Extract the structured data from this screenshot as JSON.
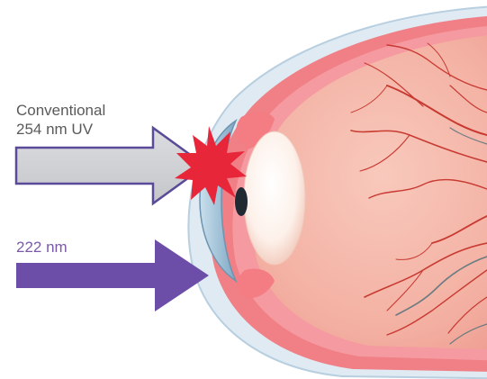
{
  "labels": {
    "conventional_line1": "Conventional",
    "conventional_line2": "254 nm UV",
    "far_uvc": "222 nm"
  },
  "colors": {
    "conventional_arrow_fill": "#cfd1d3",
    "conventional_arrow_outline": "#5b4a9a",
    "far_uvc_arrow": "#6c4ea8",
    "damage_burst": "#e8263a",
    "eye_tissue": "#f5b3a6",
    "sclera": "#f07f86",
    "cornea": "#9ec4dc",
    "lens": "#fff4ee",
    "blood_vessels": "#c0392b",
    "optic_nerve_vessels": "#4a6e7a"
  }
}
